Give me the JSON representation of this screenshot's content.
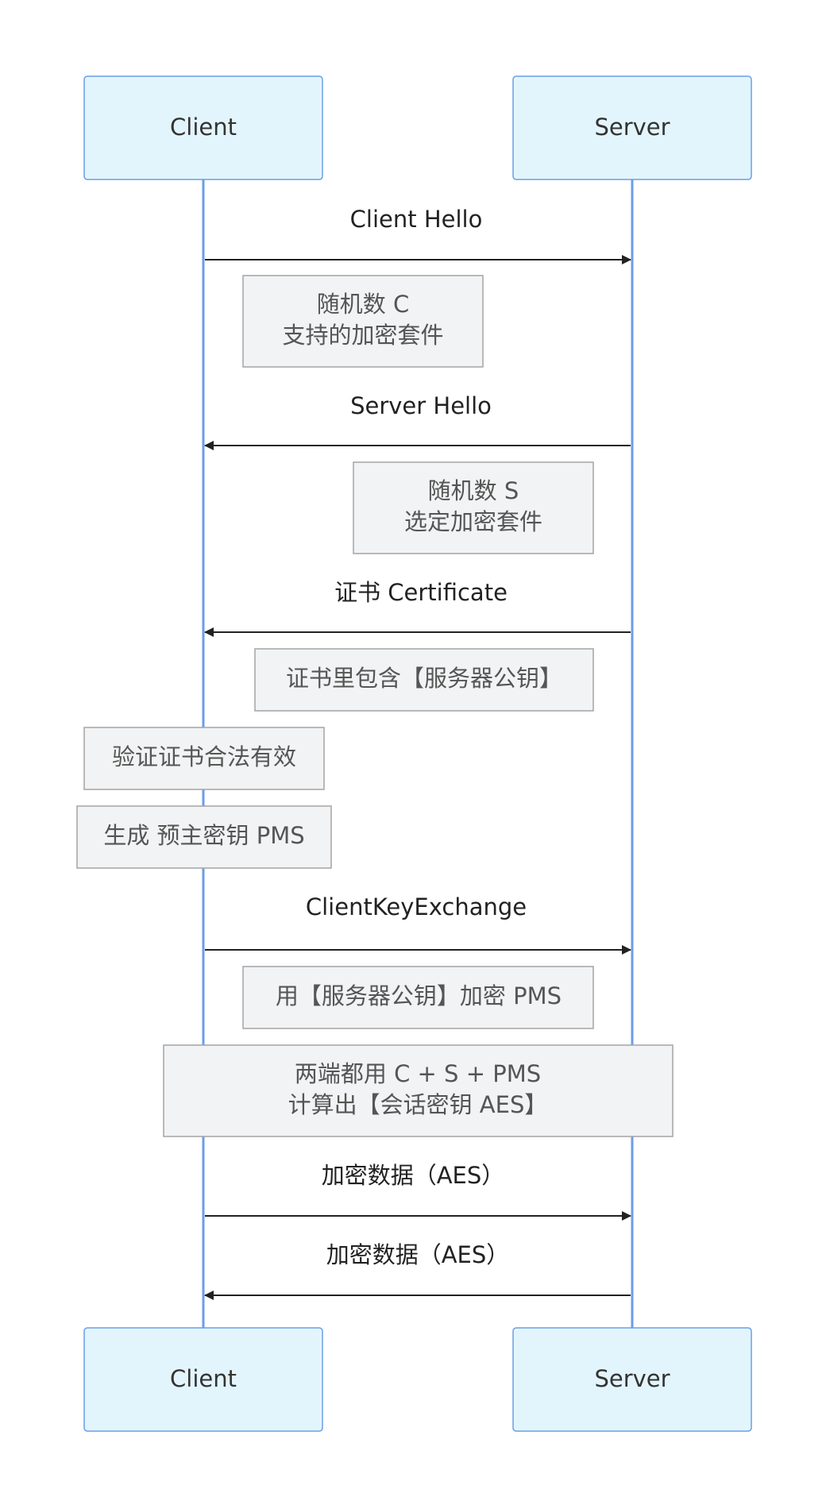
{
  "colors": {
    "actor_fill": "#e3f5fc",
    "actor_stroke": "#6b9ee8",
    "lifeline": "#6b9ee8",
    "note_fill": "#f2f3f4",
    "note_stroke": "#a4a4a4",
    "arrow": "#222222"
  },
  "actors": {
    "client_top": "Client",
    "server_top": "Server",
    "client_bottom": "Client",
    "server_bottom": "Server"
  },
  "messages": [
    {
      "from": "Client",
      "to": "Server",
      "label": "Client Hello"
    },
    {
      "from": "Server",
      "to": "Client",
      "label": "Server Hello"
    },
    {
      "from": "Server",
      "to": "Client",
      "label": "证书 Certificate"
    },
    {
      "from": "Client",
      "to": "Server",
      "label": "ClientKeyExchange"
    },
    {
      "from": "Client",
      "to": "Server",
      "label": "加密数据（AES）"
    },
    {
      "from": "Server",
      "to": "Client",
      "label": "加密数据（AES）"
    }
  ],
  "notes": [
    {
      "lines": [
        "随机数 C",
        "支持的加密套件"
      ]
    },
    {
      "lines": [
        "随机数 S",
        "选定加密套件"
      ]
    },
    {
      "lines": [
        "证书里包含【服务器公钥】"
      ]
    },
    {
      "lines": [
        "验证证书合法有效"
      ]
    },
    {
      "lines": [
        "生成 预主密钥 PMS"
      ]
    },
    {
      "lines": [
        "用【服务器公钥】加密 PMS"
      ]
    },
    {
      "lines": [
        "两端都用 C + S + PMS",
        "计算出【会话密钥 AES】"
      ]
    }
  ]
}
